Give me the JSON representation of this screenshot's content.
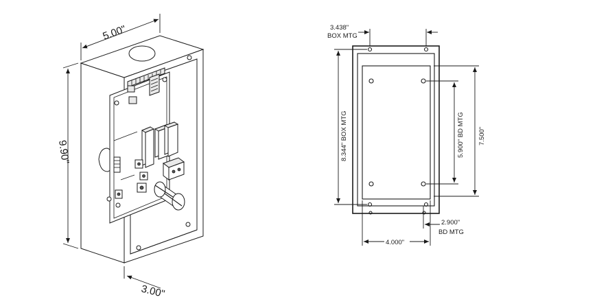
{
  "isometric_view": {
    "width_label": "5.00\"",
    "height_label": "9.90\"",
    "depth_label": "3.00\""
  },
  "plan_view": {
    "box_mtg_width_line1": "3.438\"",
    "box_mtg_width_line2": "BOX MTG",
    "box_mtg_height": "8.344\" BOX MTG",
    "bd_mtg_height": "5.900\" BD MTG",
    "overall_height": "7.500\"",
    "bd_mtg_width_line1": "2.900\"",
    "bd_mtg_width_line2": "BD MTG",
    "overall_width": "4.000\""
  }
}
